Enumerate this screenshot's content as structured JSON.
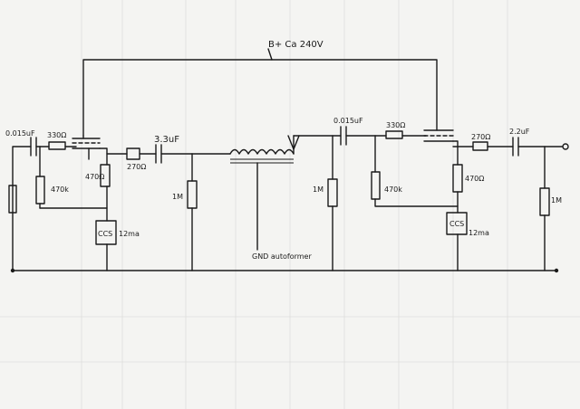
{
  "supply": {
    "label": "B+ Ca 240V"
  },
  "labels": {
    "c_in": "0.015uF",
    "r_grid1": "330Ω",
    "r_leak1": "470k",
    "r_cath1": "470Ω",
    "r_series1": "270Ω",
    "c_mid": "3.3uF",
    "ccs1": "CCS",
    "ccs1_current": "12ma",
    "r_1m_a": "1M",
    "autoformer": "GND autoformer",
    "c_couple2": "0.015uF",
    "r_grid2": "330Ω",
    "r_1m_b": "1M",
    "r_leak2": "470k",
    "r_cath2": "470Ω",
    "ccs2": "CCS",
    "ccs2_current": "12ma",
    "r_series2": "270Ω",
    "c_out": "2.2uF",
    "r_1m_out": "1M"
  }
}
